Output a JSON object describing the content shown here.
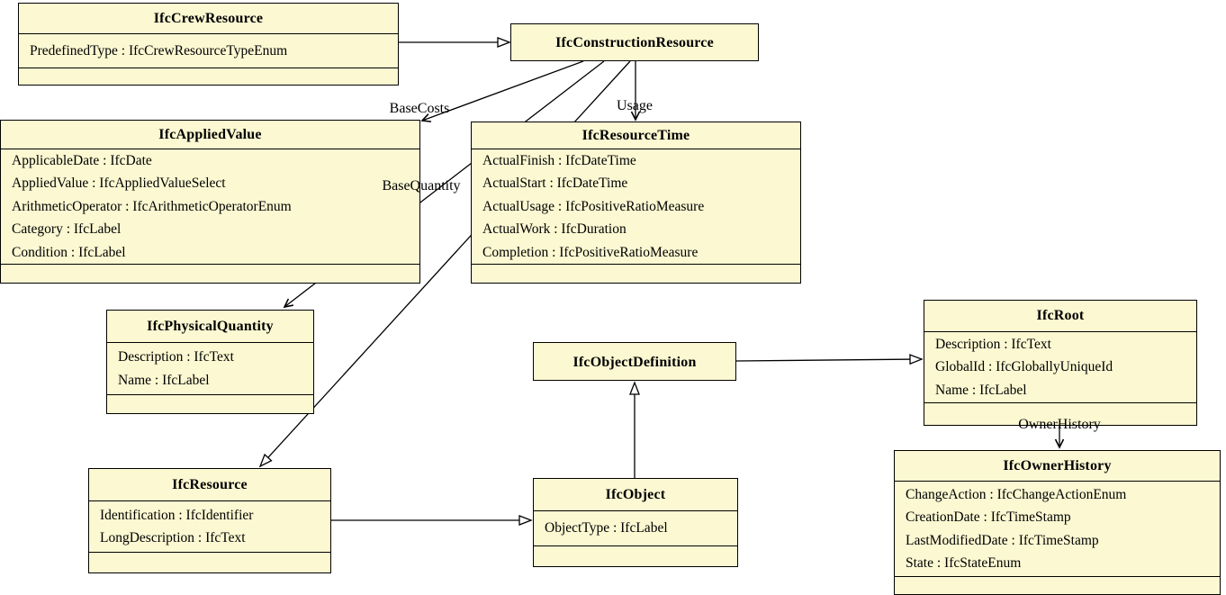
{
  "diagram": {
    "kind": "uml-class-diagram",
    "colors": {
      "node_fill": "#FBF8D2",
      "node_border": "#000000",
      "edge": "#000000",
      "background": "#FFFFFF"
    },
    "classes": [
      {
        "name": "IfcCrewResource",
        "attributes": [
          "PredefinedType : IfcCrewResourceTypeEnum"
        ]
      },
      {
        "name": "IfcConstructionResource",
        "attributes": []
      },
      {
        "name": "IfcAppliedValue",
        "attributes": [
          "ApplicableDate : IfcDate",
          "AppliedValue : IfcAppliedValueSelect",
          "ArithmeticOperator : IfcArithmeticOperatorEnum",
          "Category : IfcLabel",
          "Condition : IfcLabel"
        ]
      },
      {
        "name": "IfcResourceTime",
        "attributes": [
          "ActualFinish : IfcDateTime",
          "ActualStart : IfcDateTime",
          "ActualUsage : IfcPositiveRatioMeasure",
          "ActualWork : IfcDuration",
          "Completion : IfcPositiveRatioMeasure"
        ]
      },
      {
        "name": "IfcPhysicalQuantity",
        "attributes": [
          "Description : IfcText",
          "Name : IfcLabel"
        ]
      },
      {
        "name": "IfcObjectDefinition",
        "attributes": []
      },
      {
        "name": "IfcRoot",
        "attributes": [
          "Description : IfcText",
          "GlobalId : IfcGloballyUniqueId",
          "Name : IfcLabel"
        ]
      },
      {
        "name": "IfcResource",
        "attributes": [
          "Identification : IfcIdentifier",
          "LongDescription : IfcText"
        ]
      },
      {
        "name": "IfcObject",
        "attributes": [
          "ObjectType : IfcLabel"
        ]
      },
      {
        "name": "IfcOwnerHistory",
        "attributes": [
          "ChangeAction : IfcChangeActionEnum",
          "CreationDate : IfcTimeStamp",
          "LastModifiedDate : IfcTimeStamp",
          "State : IfcStateEnum"
        ]
      }
    ],
    "relationships": [
      {
        "from": "IfcCrewResource",
        "to": "IfcConstructionResource",
        "type": "generalization",
        "label": ""
      },
      {
        "from": "IfcConstructionResource",
        "to": "IfcResource",
        "type": "generalization",
        "label": ""
      },
      {
        "from": "IfcConstructionResource",
        "to": "IfcAppliedValue",
        "type": "association",
        "label": "BaseCosts"
      },
      {
        "from": "IfcConstructionResource",
        "to": "IfcPhysicalQuantity",
        "type": "association",
        "label": "BaseQuantity"
      },
      {
        "from": "IfcConstructionResource",
        "to": "IfcResourceTime",
        "type": "association",
        "label": "Usage"
      },
      {
        "from": "IfcResource",
        "to": "IfcObject",
        "type": "generalization",
        "label": ""
      },
      {
        "from": "IfcObject",
        "to": "IfcObjectDefinition",
        "type": "generalization",
        "label": ""
      },
      {
        "from": "IfcObjectDefinition",
        "to": "IfcRoot",
        "type": "generalization",
        "label": ""
      },
      {
        "from": "IfcRoot",
        "to": "IfcOwnerHistory",
        "type": "association",
        "label": "OwnerHistory"
      }
    ]
  }
}
